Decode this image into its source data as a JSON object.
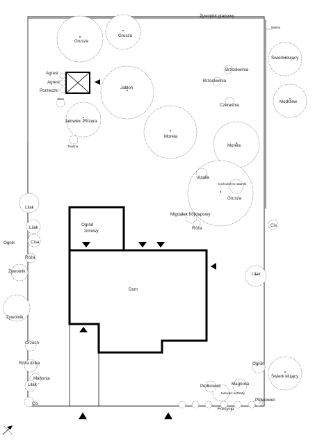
{
  "labels": {
    "zywoplot": "Żywopłot grabowy",
    "maliny": "Maliny",
    "swierk1": "Świerk kłujący",
    "modrzew": "Modrzew",
    "grusza1": "Grusza",
    "grusza2": "Grusza",
    "agrest1": "Agrest",
    "agrest2": "Agrest",
    "porzeczki": "Porzeczki",
    "zloto": "Złoto",
    "jablon": "Jabłoń",
    "brzoskwinia1": "Brzoskwinia",
    "brzoskwinia2": "Brzoskwinia",
    "czeresnia": "Czereśnia",
    "jalowiec": "Jałowiec Pfitzera",
    "tawlina": "Tawlina",
    "morela1": "Morela",
    "morela2": "Morela",
    "azalia": "Azalia",
    "suchodrzew": "Suchodrzew tatarski",
    "grusza3": "Grusza",
    "migdalek": "Migdałek trójklapowy",
    "roza1": "Róża",
    "ogrod": "Ogród\nzimowy",
    "cis1": "Cis",
    "lilak1": "Lilak",
    "lilak2": "Lilak",
    "ognik1": "Ognik",
    "cisa": "Cisa",
    "roza2": "Róża",
    "zywotnik1": "Żywotnik",
    "dom": "Dom",
    "lilak3": "Lilak",
    "zywotnik2": "Żywotnik",
    "orzech": "Orzech",
    "roza_dzika": "Róża dzika",
    "mahonia": "Mahonia",
    "lilak4": "Lilak",
    "cis2": "Cis",
    "ognik2": "Ognik",
    "swierk2": "Świerk kłujący",
    "penkowiec": "Perłkowiec",
    "magnolia": "Magnolia",
    "jalowiec_luskowy": "Jałowiec łuskowy",
    "pigwowiec": "Pigwowiec",
    "forsycje": "Forsycje"
  },
  "colors": {
    "building": "#000000",
    "tree": "#666666",
    "hedge": "#888888"
  }
}
